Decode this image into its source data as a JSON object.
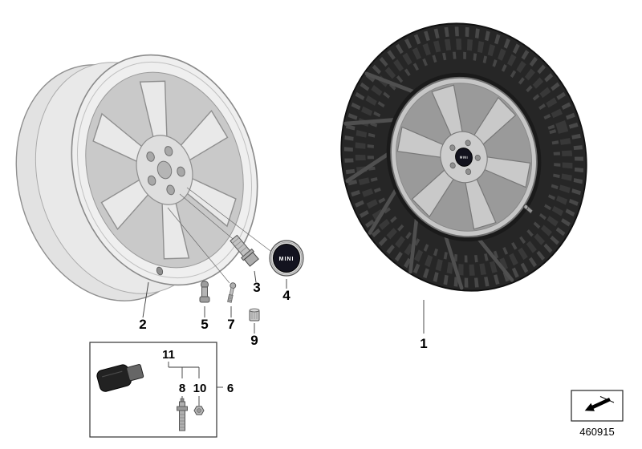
{
  "figure": {
    "drawing_number": "460915",
    "hub_cap_text": "MINI"
  },
  "callouts": {
    "n1": "1",
    "n2": "2",
    "n3": "3",
    "n4": "4",
    "n5": "5",
    "n6": "6",
    "n7": "7",
    "n8": "8",
    "n9": "9",
    "n10": "10",
    "n11": "11"
  },
  "colors": {
    "tire_black": "#262626",
    "rim_silver": "#efefef",
    "hub_cap_dark": "#12121d",
    "outline_gray": "#8a8a8a",
    "label_black": "#000000"
  }
}
